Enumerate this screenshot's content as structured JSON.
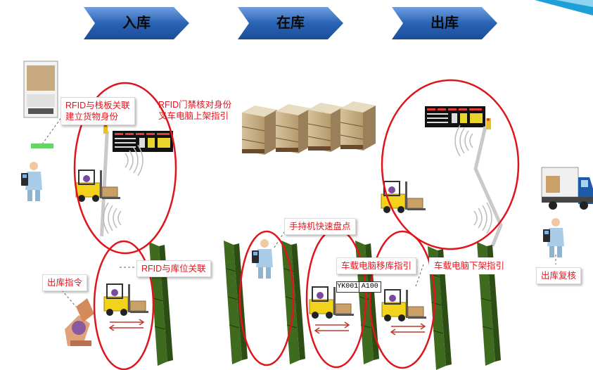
{
  "stages": [
    {
      "label": "入库"
    },
    {
      "label": "在库"
    },
    {
      "label": "出库"
    }
  ],
  "callouts": {
    "rfid_pallet_line1": "RFID与栈板关联",
    "rfid_pallet_line2": "建立货物身份",
    "rfid_gate_line1": "RFID门禁核对身份",
    "rfid_gate_line2": "叉车电脑上架指引",
    "handheld_inventory": "手持机快速盘点",
    "rfid_location": "RFID与库位关联",
    "outbound_order": "出库指令",
    "vehicle_move": "车载电脑移库指引",
    "vehicle_pick": "车载电脑下架指引",
    "outbound_check": "出库复核"
  },
  "vehicle_screen": {
    "field1": "YK001",
    "field2": "A100"
  },
  "colors": {
    "arrow_blue": "#1f5aa8",
    "loop_red": "#e0141c",
    "callout_text": "#e4141e",
    "rack_green": "#3f6b1f",
    "forklift_yellow": "#f2d21a",
    "move_arrow": "#c0392b"
  },
  "icons": [
    "rfid-tag-icon",
    "forklift-icon",
    "handheld-worker-icon",
    "pallet-stack-icon",
    "rfid-gate-icon",
    "led-board-icon",
    "storage-rack-icon",
    "truck-icon",
    "robot-arm-icon",
    "vehicle-terminal-icon"
  ]
}
